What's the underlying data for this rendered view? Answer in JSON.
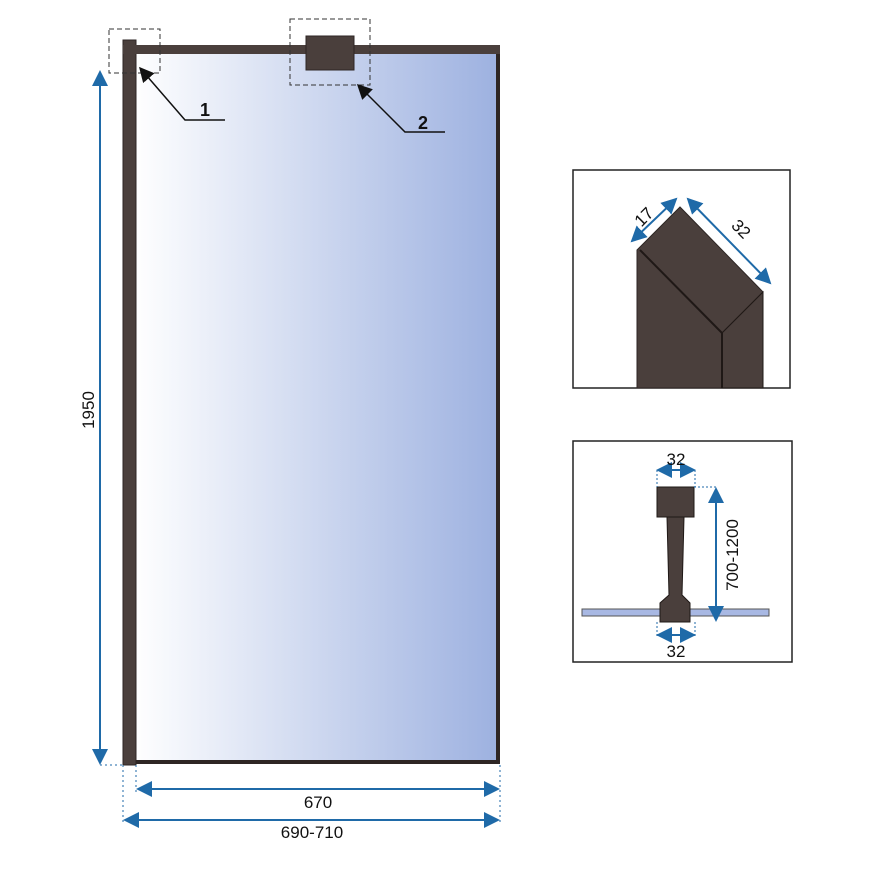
{
  "callouts": [
    "1",
    "2"
  ],
  "dimensions": {
    "height": "1950",
    "glass_width": "670",
    "total_width": "690-710"
  },
  "detail_profile": {
    "side": "17",
    "depth": "32"
  },
  "detail_bracket": {
    "top_width": "32",
    "length": "700-1200",
    "bottom_width": "32"
  },
  "colors": {
    "frame": "#4a3f3c",
    "dimension": "#1f6aa8",
    "glass_light": "#ffffff",
    "glass_dark": "#9db1e0"
  }
}
